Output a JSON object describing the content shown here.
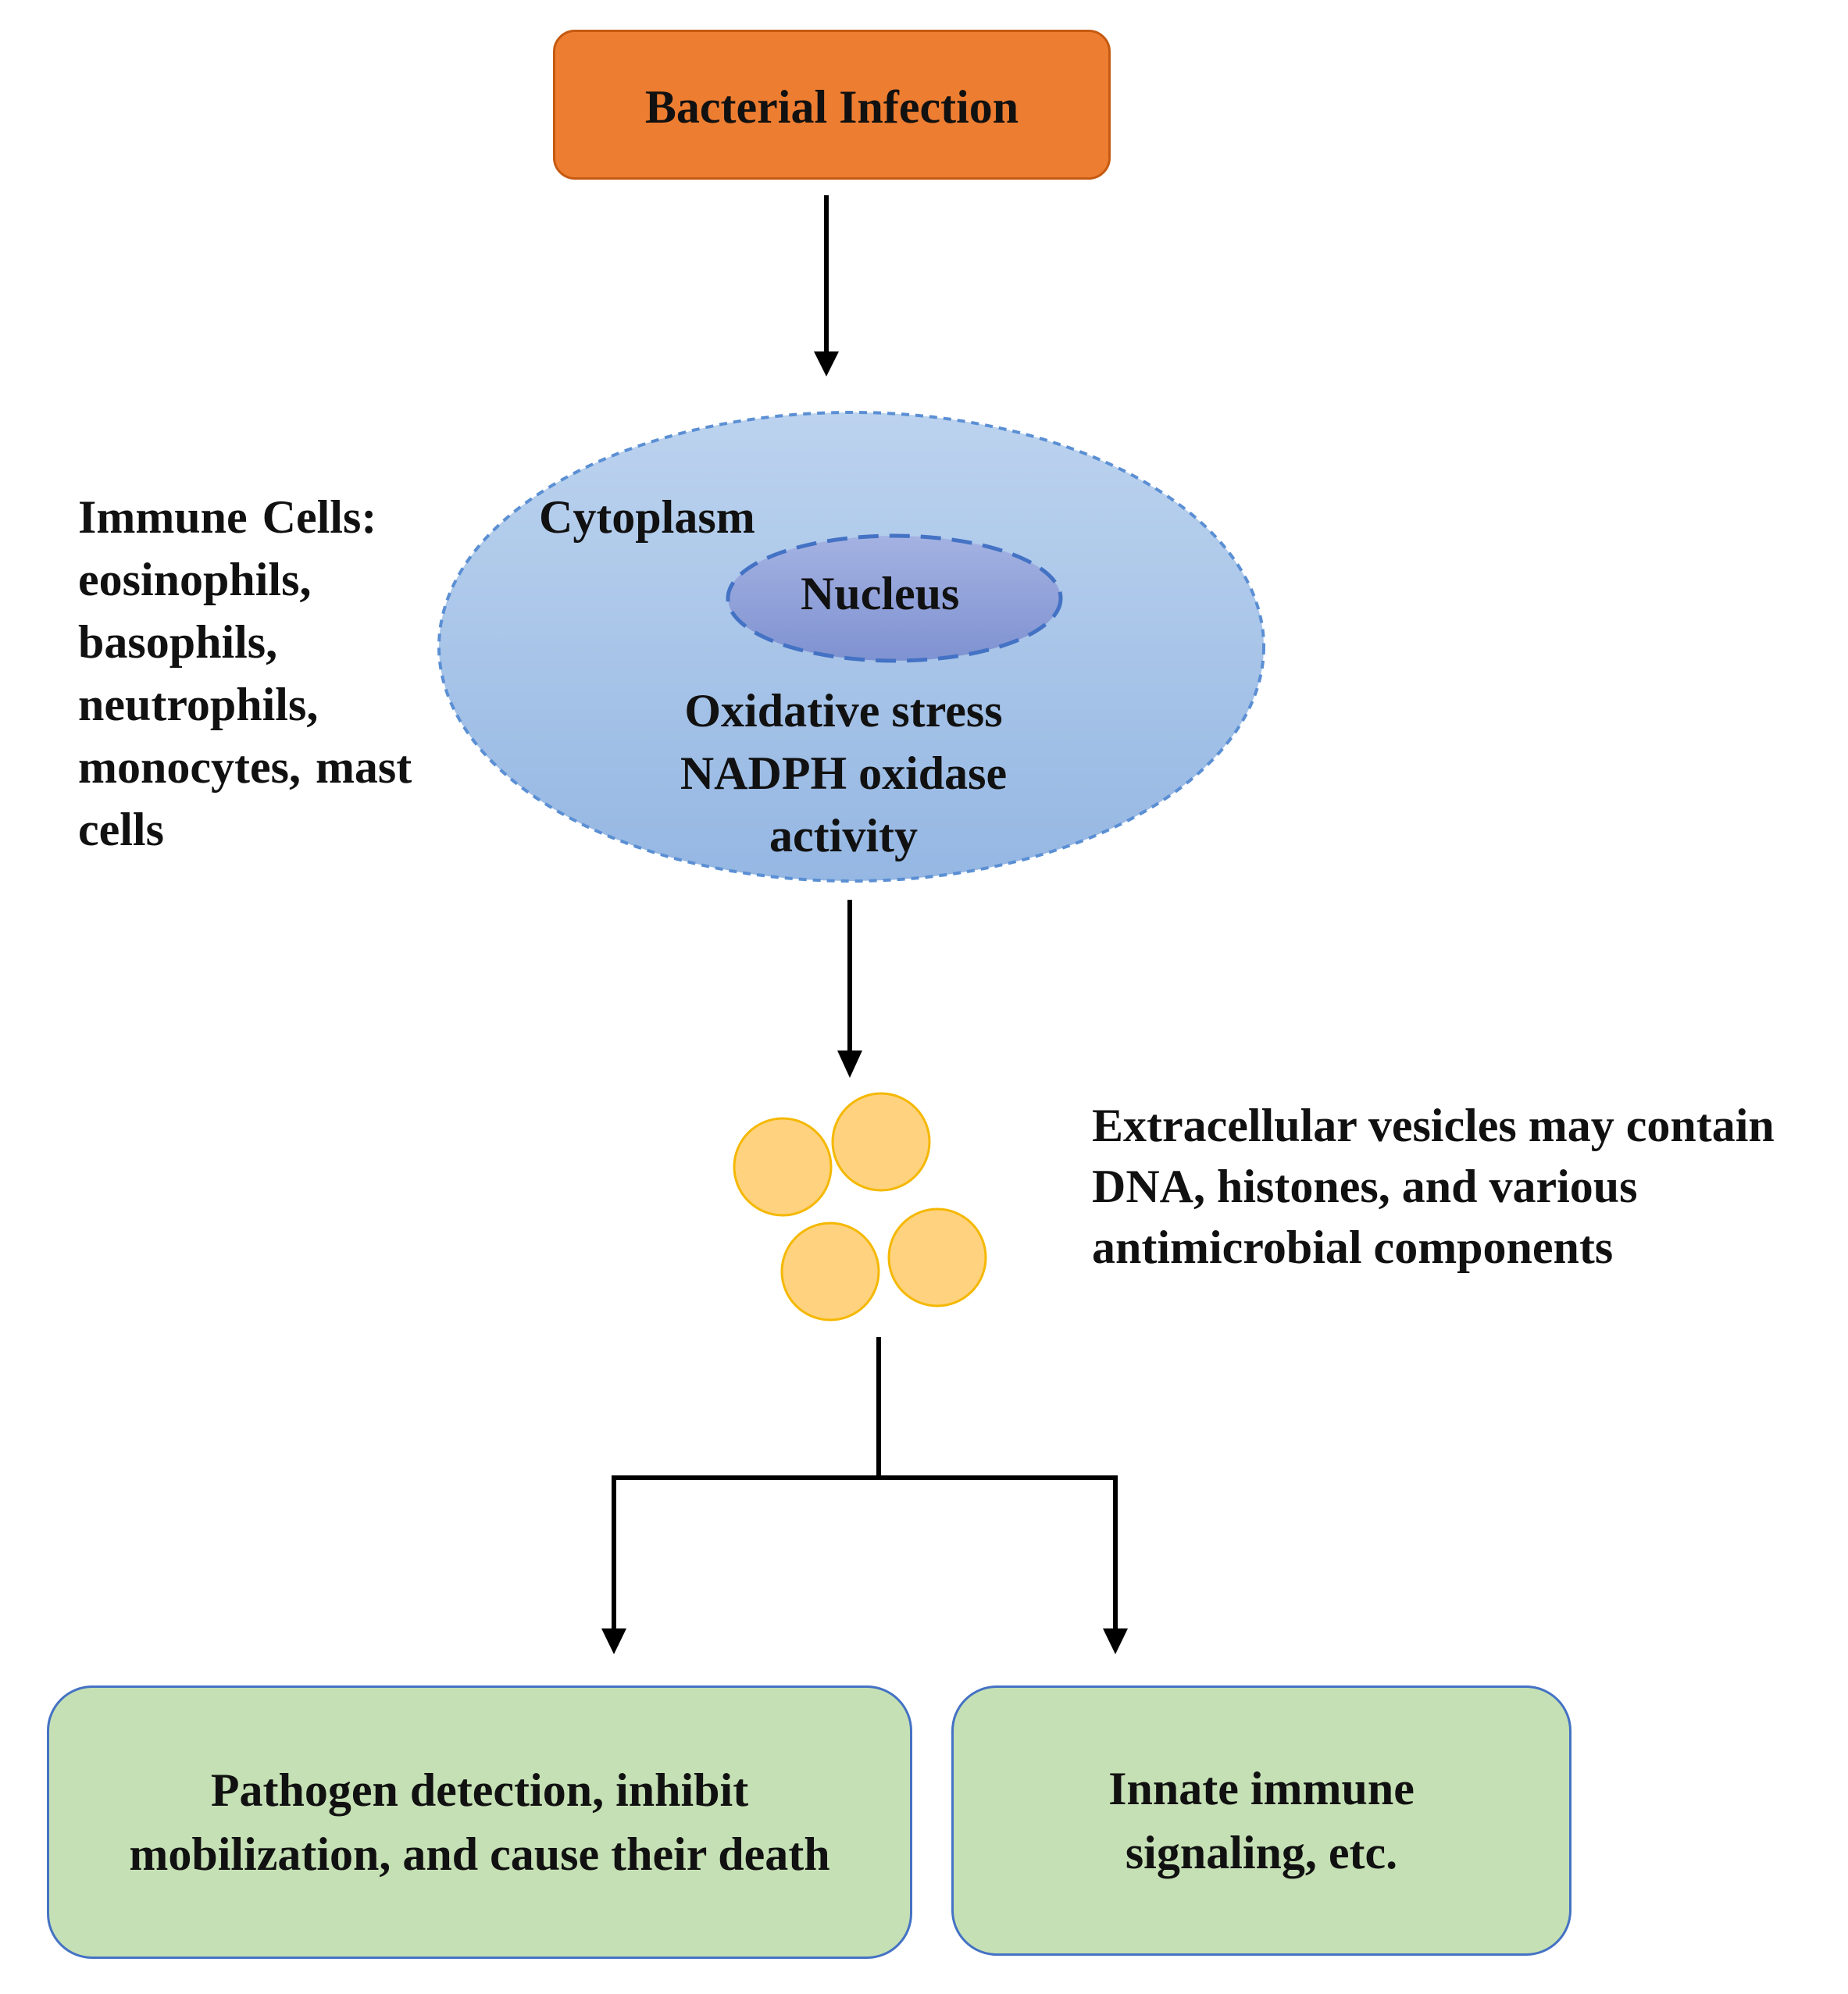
{
  "diagram": {
    "infection_label": "Bacterial Infection",
    "cell": {
      "cytoplasm_label": "Cytoplasm",
      "nucleus_label": "Nucleus",
      "process_lines": [
        "Oxidative stress",
        "NADPH oxidase",
        "activity"
      ]
    },
    "immune_cells_lines": [
      "Immune Cells:",
      "eosinophils,",
      "basophils,",
      "neutrophils,",
      "monocytes, mast",
      "cells"
    ],
    "vesicles_lines": [
      "Extracellular vesicles may contain",
      "DNA, histones, and various",
      "antimicrobial components"
    ],
    "outcomes": [
      {
        "lines": [
          "Pathogen detection, inhibit",
          "mobilization, and cause their death"
        ]
      },
      {
        "lines": [
          "Innate immune",
          "signaling, etc."
        ]
      }
    ]
  },
  "colors": {
    "infection_fill": "#ed7d31",
    "cell_fill": "#a9c5e8",
    "nucleus_fill": "#8fa0d8",
    "vesicle_fill": "#ffd27f",
    "outcome_fill": "#c5e0b4"
  }
}
